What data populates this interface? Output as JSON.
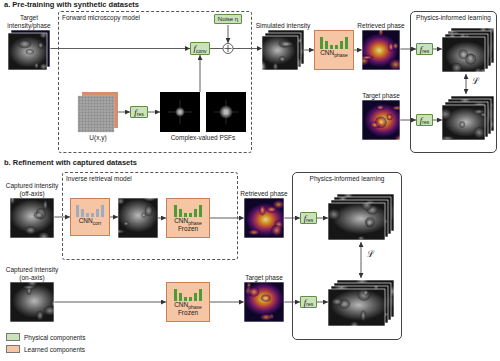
{
  "diagram": {
    "nodes": [
      {
        "text": [
          "Target intensity/phase"
        ]
      },
      {
        "text": [
          "Forward microscopy model"
        ]
      },
      {
        "text": [
          "Noise η"
        ],
        "in": 1
      },
      {
        "text": [
          "fconv"
        ],
        "in": 1
      },
      {
        "text": [
          "U(x,y)"
        ],
        "in": 1
      },
      {
        "text": [
          "fres"
        ],
        "in": 1
      },
      {
        "text": [
          "Complex-valued PSFs"
        ],
        "in": 1
      },
      {
        "text": [
          "Simulated intensity"
        ]
      },
      {
        "text": [
          "CNNphase"
        ]
      },
      {
        "text": [
          "Retrieved phase"
        ]
      },
      {
        "text": [
          "Target phase"
        ]
      },
      {
        "text": [
          "Physics-informed learning"
        ]
      },
      {
        "text": [
          "fres"
        ],
        "in": 11
      },
      {
        "text": [
          "fres"
        ],
        "in": 11
      },
      {
        "text": [
          "Captured intensity (off-axis)"
        ]
      },
      {
        "text": [
          "Inverse retrieval model"
        ]
      },
      {
        "text": [
          "CNNcorr"
        ],
        "in": 15
      },
      {
        "text": [
          "CNNphase",
          "Frozen"
        ],
        "in": 15
      },
      {
        "text": [
          "Retrieved phase"
        ]
      },
      {
        "text": [
          "Physics-informed learning"
        ]
      },
      {
        "text": [
          "fres"
        ],
        "in": 19
      },
      {
        "text": [
          "fres"
        ],
        "in": 19
      },
      {
        "text": [
          "Captured intensity (on-axis)"
        ]
      },
      {
        "text": [
          "CNNphase",
          "Frozen"
        ]
      },
      {
        "text": [
          "Target phase"
        ]
      }
    ],
    "edges": [
      {
        "from": 0,
        "to": 3,
        "arrow": "to"
      },
      {
        "from": 4,
        "to": 5,
        "arrow": "to"
      },
      {
        "from": 5,
        "to": 6,
        "arrow": "to"
      },
      {
        "from": 6,
        "to": 3,
        "arrow": "to"
      },
      {
        "from": 3,
        "to": 7,
        "arrow": "to"
      },
      {
        "from": 7,
        "to": 8,
        "arrow": "to"
      },
      {
        "from": 8,
        "to": 9,
        "arrow": "to"
      },
      {
        "from": 9,
        "to": 12,
        "arrow": "to"
      },
      {
        "from": 10,
        "to": 13,
        "arrow": "to"
      },
      {
        "from": 14,
        "to": 16,
        "arrow": "to"
      },
      {
        "from": 17,
        "to": 18,
        "arrow": "to"
      },
      {
        "from": 18,
        "to": 20,
        "arrow": "to"
      },
      {
        "from": 22,
        "to": 23,
        "arrow": "to"
      },
      {
        "from": 23,
        "to": 24,
        "arrow": "to"
      },
      {
        "from": 24,
        "to": 21,
        "arrow": "to"
      }
    ],
    "labels": [
      "a. Pre-training with synthetic datasets",
      "ℒ",
      "b. Refinement with captured datasets",
      "ℒ"
    ],
    "legend": [
      {
        "text": "Physical components",
        "color": "#c9e2b8"
      },
      {
        "text": "Learned components",
        "color": "#f6c6a4"
      }
    ]
  }
}
